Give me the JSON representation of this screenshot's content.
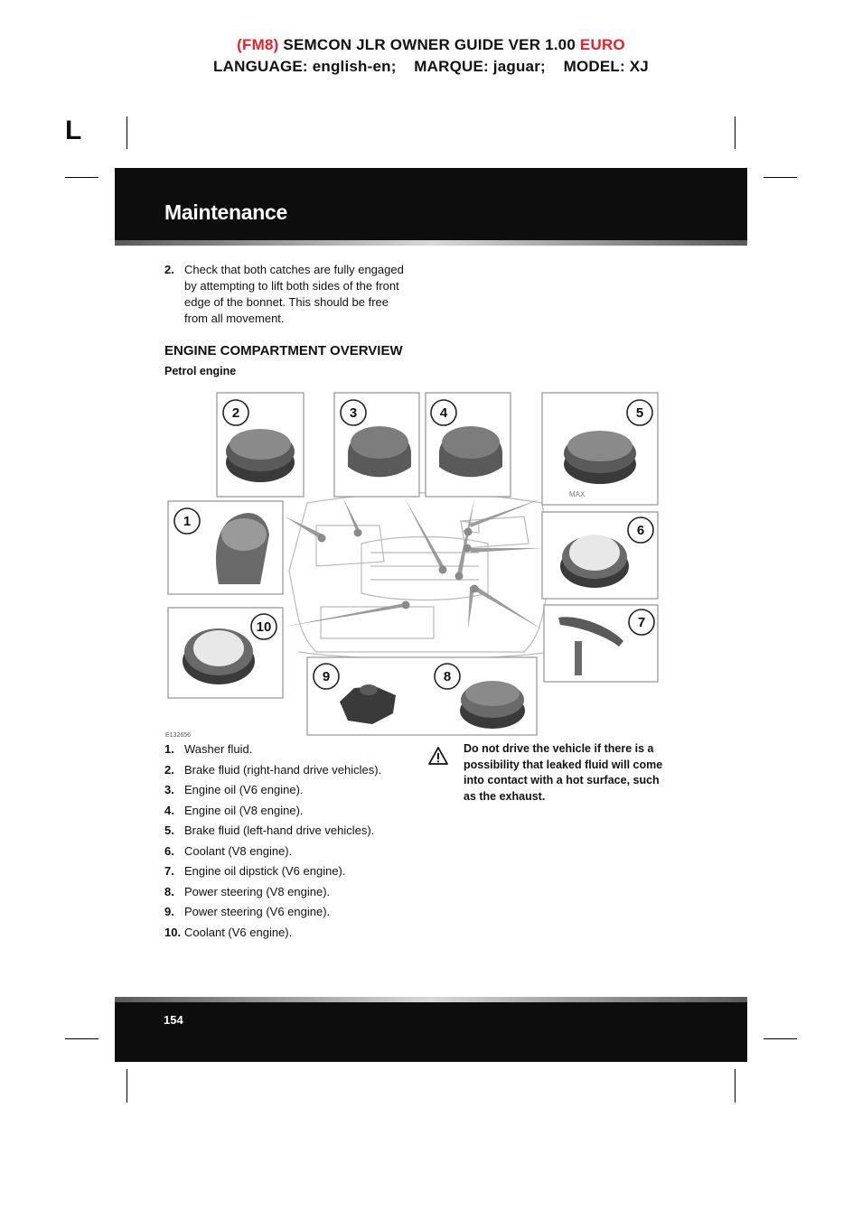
{
  "header": {
    "line1_fm": "(FM8)",
    "line1_main": " SEMCON JLR OWNER GUIDE VER 1.00 ",
    "line1_euro": "EURO",
    "line2": "LANGUAGE: english-en;    MARQUE: jaguar;    MODEL: XJ"
  },
  "tab_letter": "L",
  "section_title": "Maintenance",
  "step": {
    "number": "2.",
    "text": "Check that both catches are fully engaged by attempting to lift both sides of the front edge of the bonnet. This should be free from all movement."
  },
  "heading": "ENGINE COMPARTMENT OVERVIEW",
  "subheading": "Petrol engine",
  "figure": {
    "code": "E132656",
    "callouts": [
      "1",
      "2",
      "3",
      "4",
      "5",
      "6",
      "7",
      "8",
      "9",
      "10"
    ],
    "max_label": "MAX"
  },
  "items": [
    {
      "n": "1.",
      "text": "Washer fluid."
    },
    {
      "n": "2.",
      "text": "Brake fluid (right-hand drive vehicles)."
    },
    {
      "n": "3.",
      "text": "Engine oil (V6 engine)."
    },
    {
      "n": "4.",
      "text": "Engine oil (V8 engine)."
    },
    {
      "n": "5.",
      "text": "Brake fluid (left-hand drive vehicles)."
    },
    {
      "n": "6.",
      "text": "Coolant (V8 engine)."
    },
    {
      "n": "7.",
      "text": "Engine oil dipstick (V6 engine)."
    },
    {
      "n": "8.",
      "text": "Power steering (V8 engine)."
    },
    {
      "n": "9.",
      "text": "Power steering (V6 engine)."
    },
    {
      "n": "10.",
      "text": "Coolant (V6 engine)."
    }
  ],
  "warning": {
    "icon": "warning-triangle-icon",
    "text": "Do not drive the vehicle if there is a possibility that leaked fluid will come into contact with a hot surface, such as the exhaust."
  },
  "page_number": "154"
}
